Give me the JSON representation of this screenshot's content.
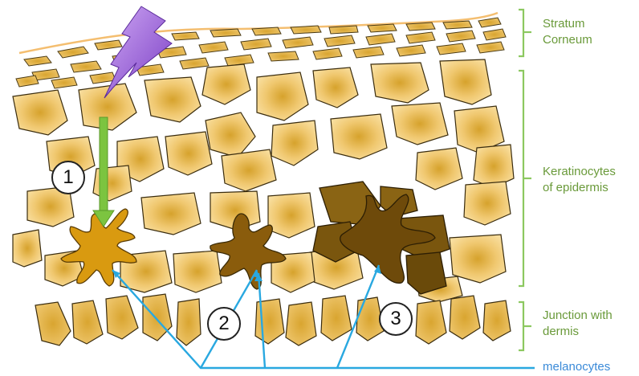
{
  "labels": {
    "stratum_corneum": [
      "Stratum",
      "Corneum"
    ],
    "keratinocytes": [
      "Keratinocytes",
      "of epidermis"
    ],
    "junction": [
      "Junction with",
      "dermis"
    ],
    "melanocytes": "melanocytes"
  },
  "markers": [
    "1",
    "2",
    "3"
  ],
  "colors": {
    "cell_fill_light": "#f8dc96",
    "cell_fill_dark": "#d6a22c",
    "cell_outline": "#4a3a14",
    "melanocyte_1": "#d99a10",
    "melanocyte_2": "#8a5c0c",
    "melanocyte_3": "#6e4a0a",
    "bracket_green": "#8cc860",
    "arrow_green": "#7cc440",
    "pointer_blue": "#29a8e0",
    "lightning_purple": "#9a60d8",
    "skin_surface_line": "#f4be70"
  },
  "icons": [
    "uv-lightning-icon",
    "arrow-down-icon"
  ]
}
